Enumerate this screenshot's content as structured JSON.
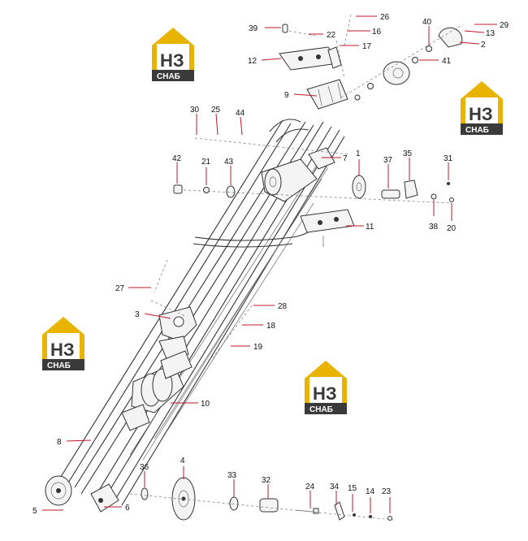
{
  "watermark": {
    "big": "НЗ",
    "small": "СНАБ",
    "colors": {
      "roof": "#e8b400",
      "dark": "#3a3a3a",
      "text": "#ffffff"
    }
  },
  "callouts": [
    "1",
    "2",
    "3",
    "4",
    "5",
    "6",
    "7",
    "8",
    "9",
    "10",
    "11",
    "12",
    "13",
    "14",
    "15",
    "16",
    "17",
    "18",
    "19",
    "20",
    "21",
    "22",
    "23",
    "24",
    "25",
    "26",
    "27",
    "28",
    "29",
    "30",
    "31",
    "32",
    "33",
    "34",
    "35",
    "36",
    "37",
    "38",
    "39",
    "40",
    "41",
    "42",
    "43",
    "44"
  ],
  "colors": {
    "leader": "#c0182a",
    "line": "#333333"
  }
}
